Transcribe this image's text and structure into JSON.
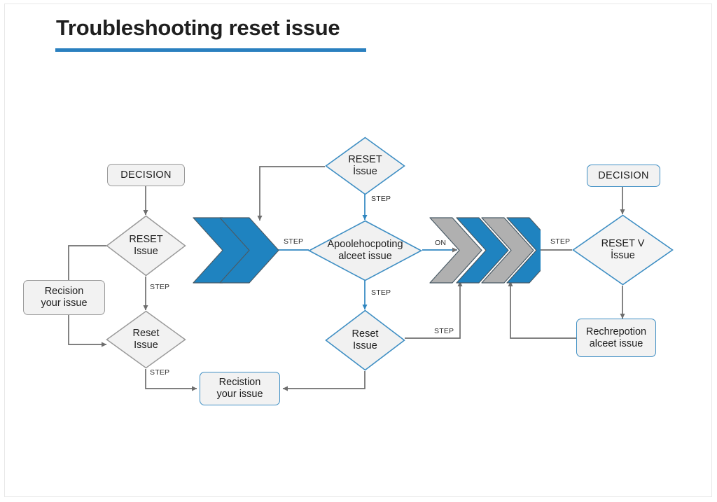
{
  "page": {
    "title": "Troubleshooting reset issue",
    "background": "#ffffff",
    "accent_color": "#2a80bf",
    "gray_stroke": "#9a9a9a",
    "blue_stroke": "#3f8fc4",
    "node_fill": "#f2f2f2",
    "chevron_blue": "#1f83c0",
    "chevron_gray": "#b0b0b0"
  },
  "chart_data": {
    "type": "diagram",
    "diagram_type": "flowchart",
    "title": "Troubleshooting reset issue",
    "nodes": [
      {
        "id": "n1",
        "label": "DECISION",
        "shape": "rounded-rect",
        "style": "gray",
        "group": "left"
      },
      {
        "id": "n2",
        "label": "RESET\nIssue",
        "shape": "diamond",
        "style": "gray",
        "group": "left"
      },
      {
        "id": "n3",
        "label": "Recision\nyour issue",
        "shape": "rounded-rect",
        "style": "gray",
        "group": "left"
      },
      {
        "id": "n4",
        "label": "Reset\nIssue",
        "shape": "diamond",
        "style": "gray",
        "group": "left"
      },
      {
        "id": "n5",
        "label": "",
        "shape": "chevrons",
        "style": "blue-blue",
        "group": "center-left",
        "count": 2
      },
      {
        "id": "n6",
        "label": "RESET\nİssue",
        "shape": "diamond",
        "style": "blue",
        "group": "center"
      },
      {
        "id": "n7",
        "label": "Apoolehocpoting\nalceet issue",
        "shape": "diamond",
        "style": "blue",
        "group": "center"
      },
      {
        "id": "n8",
        "label": "Reset\nIssue",
        "shape": "diamond",
        "style": "blue",
        "group": "center"
      },
      {
        "id": "n9",
        "label": "Recistion\nyour issue",
        "shape": "rounded-rect",
        "style": "blue",
        "group": "center"
      },
      {
        "id": "n10",
        "label": "",
        "shape": "chevrons",
        "style": "gray-blue-gray-blue",
        "group": "center-right",
        "count": 4
      },
      {
        "id": "n11",
        "label": "DECISION",
        "shape": "rounded-rect",
        "style": "blue",
        "group": "right"
      },
      {
        "id": "n12",
        "label": "RESET  V\nİssue",
        "shape": "diamond",
        "style": "blue",
        "group": "right"
      },
      {
        "id": "n13",
        "label": "Rechrepotion\nalceet issue",
        "shape": "rounded-rect",
        "style": "blue",
        "group": "right"
      }
    ],
    "edges": [
      {
        "from": "n1",
        "to": "n2",
        "label": "",
        "color": "gray"
      },
      {
        "from": "n2",
        "to": "n4",
        "label": "STEP",
        "color": "gray"
      },
      {
        "from": "n2",
        "to": "n3",
        "label": "",
        "color": "gray"
      },
      {
        "from": "n3",
        "to": "n4",
        "label": "",
        "color": "gray"
      },
      {
        "from": "n4",
        "to": "n9",
        "label": "STEP",
        "color": "gray"
      },
      {
        "from": "n6",
        "to": "n5",
        "label": "",
        "color": "gray"
      },
      {
        "from": "n6",
        "to": "n7",
        "label": "STEP",
        "color": "blue"
      },
      {
        "from": "n5",
        "to": "n7",
        "label": "STEP",
        "color": "blue"
      },
      {
        "from": "n7",
        "to": "n10",
        "label": "ON",
        "color": "blue"
      },
      {
        "from": "n7",
        "to": "n8",
        "label": "STEP",
        "color": "blue"
      },
      {
        "from": "n8",
        "to": "n9",
        "label": "",
        "color": "gray"
      },
      {
        "from": "n8",
        "to": "n10",
        "label": "STEP",
        "color": "gray"
      },
      {
        "from": "n10",
        "to": "n12",
        "label": "STEP",
        "color": "gray"
      },
      {
        "from": "n11",
        "to": "n12",
        "label": "",
        "color": "gray"
      },
      {
        "from": "n12",
        "to": "n13",
        "label": "",
        "color": "gray"
      },
      {
        "from": "n13",
        "to": "n10",
        "label": "",
        "color": "gray"
      }
    ],
    "edge_labels": [
      "STEP",
      "STEP",
      "STEP",
      "STEP",
      "STEP",
      "ON",
      "STEP",
      "STEP",
      "STEP"
    ]
  },
  "nodes": {
    "left_decision": {
      "label": "DECISION"
    },
    "left_reset_issue": {
      "line1": "RESET",
      "line2": "Issue"
    },
    "left_recision": {
      "line1": "Recision",
      "line2": "your issue"
    },
    "left_reset_issue2": {
      "line1": "Reset",
      "line2": "Issue"
    },
    "center_reset_issue": {
      "line1": "RESET",
      "line2": "İssue"
    },
    "center_apool": {
      "line1": "Apoolehocpoting",
      "line2": "alceet issue"
    },
    "center_reset_issue2": {
      "line1": "Reset",
      "line2": "Issue"
    },
    "center_recistion": {
      "line1": "Recistion",
      "line2": "your issue"
    },
    "right_decision": {
      "label": "DECISION"
    },
    "right_reset_v": {
      "line1": "RESET  V",
      "line2": "İssue"
    },
    "right_rechrepotion": {
      "line1": "Rechrepotion",
      "line2": "alceet issue"
    }
  },
  "labels": {
    "step_left_1": "STEP",
    "step_left_2": "STEP",
    "step_center_top": "STEP",
    "step_center_in": "STEP",
    "step_center_down": "STEP",
    "step_center_right": "STEP",
    "step_bottom_right": "STEP",
    "step_right_out": "STEP",
    "on_label": "ON"
  }
}
